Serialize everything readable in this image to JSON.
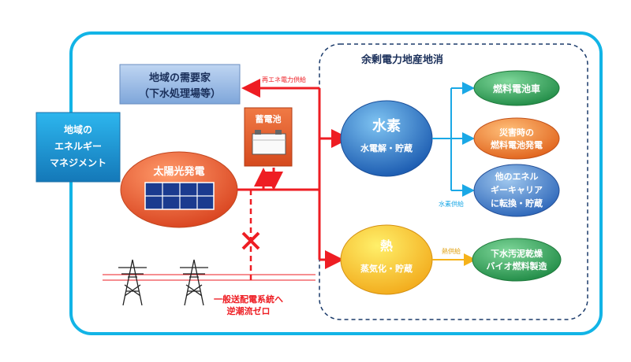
{
  "diagram": {
    "energy_management": [
      "地域の",
      "エネルギー",
      "マネジメント"
    ],
    "consumer": [
      "地域の需要家",
      "（下水処理場等）"
    ],
    "surplus_title": "余剰電力地産地消",
    "renewable_supply_label": "再エネ電力供給",
    "battery_label": "蓄電池",
    "solar_label": "太陽光発電",
    "hydrogen": {
      "title": "水素",
      "sub": "水電解・貯蔵"
    },
    "heat": {
      "title": "熱",
      "sub": "蒸気化・貯蔵"
    },
    "fcv": "燃料電池車",
    "disaster": [
      "災害時の",
      "燃料電池発電"
    ],
    "other_carrier": [
      "他のエネル",
      "ギーキャリア",
      "に転換・貯蔵"
    ],
    "sludge": [
      "下水汚泥乾燥",
      "バイオ燃料製造"
    ],
    "hydrogen_supply_label": "水素供給",
    "heat_supply_label": "熱供給",
    "grid_note": [
      "一般送配電系統へ",
      "逆潮流ゼロ"
    ]
  },
  "colors": {
    "frame": "#12b4e6",
    "power_line": "#ee1d23",
    "hydrogen_line": "#1aa8e6",
    "heat_line": "#f5b21a",
    "em_box": "#1e9fd8",
    "consumer_box": "#8fb6e6",
    "red_node": "#e8542d",
    "blue_node": "#2f78c8",
    "green_node": "#2e9e55",
    "orange_node": "#ef8a1f"
  }
}
